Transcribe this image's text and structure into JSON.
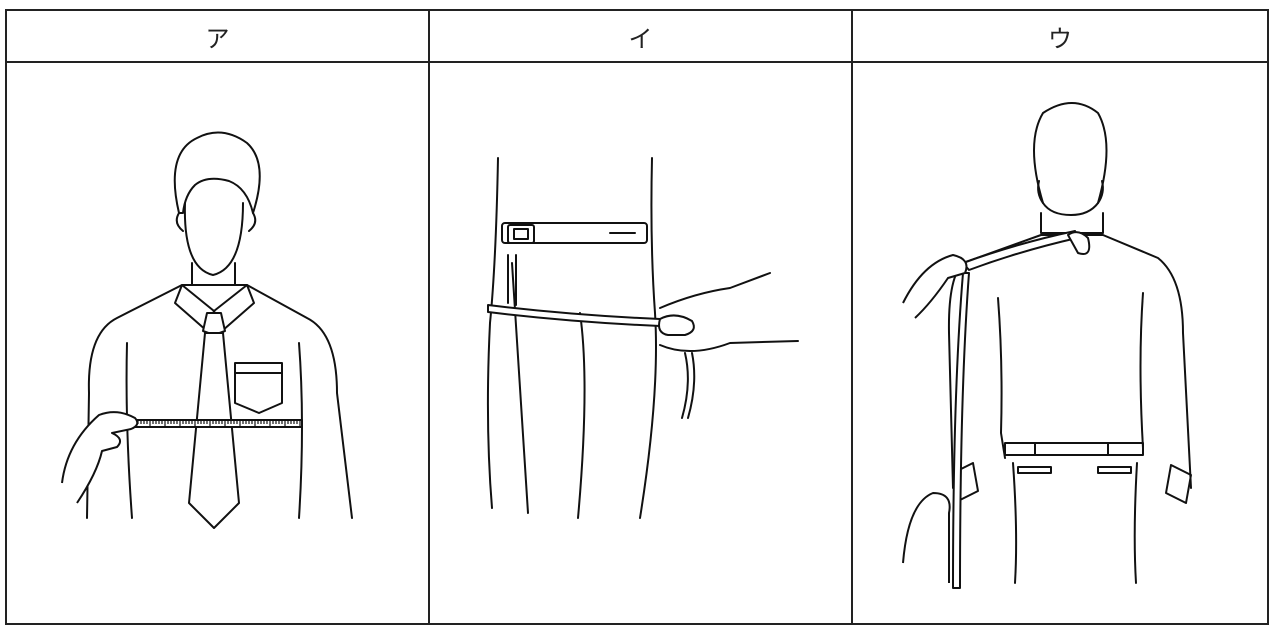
{
  "panels": [
    {
      "label": "ア",
      "illustration": "chest-measurement-icon"
    },
    {
      "label": "イ",
      "illustration": "hip-measurement-icon"
    },
    {
      "label": "ウ",
      "illustration": "sleeve-length-measurement-icon"
    }
  ]
}
